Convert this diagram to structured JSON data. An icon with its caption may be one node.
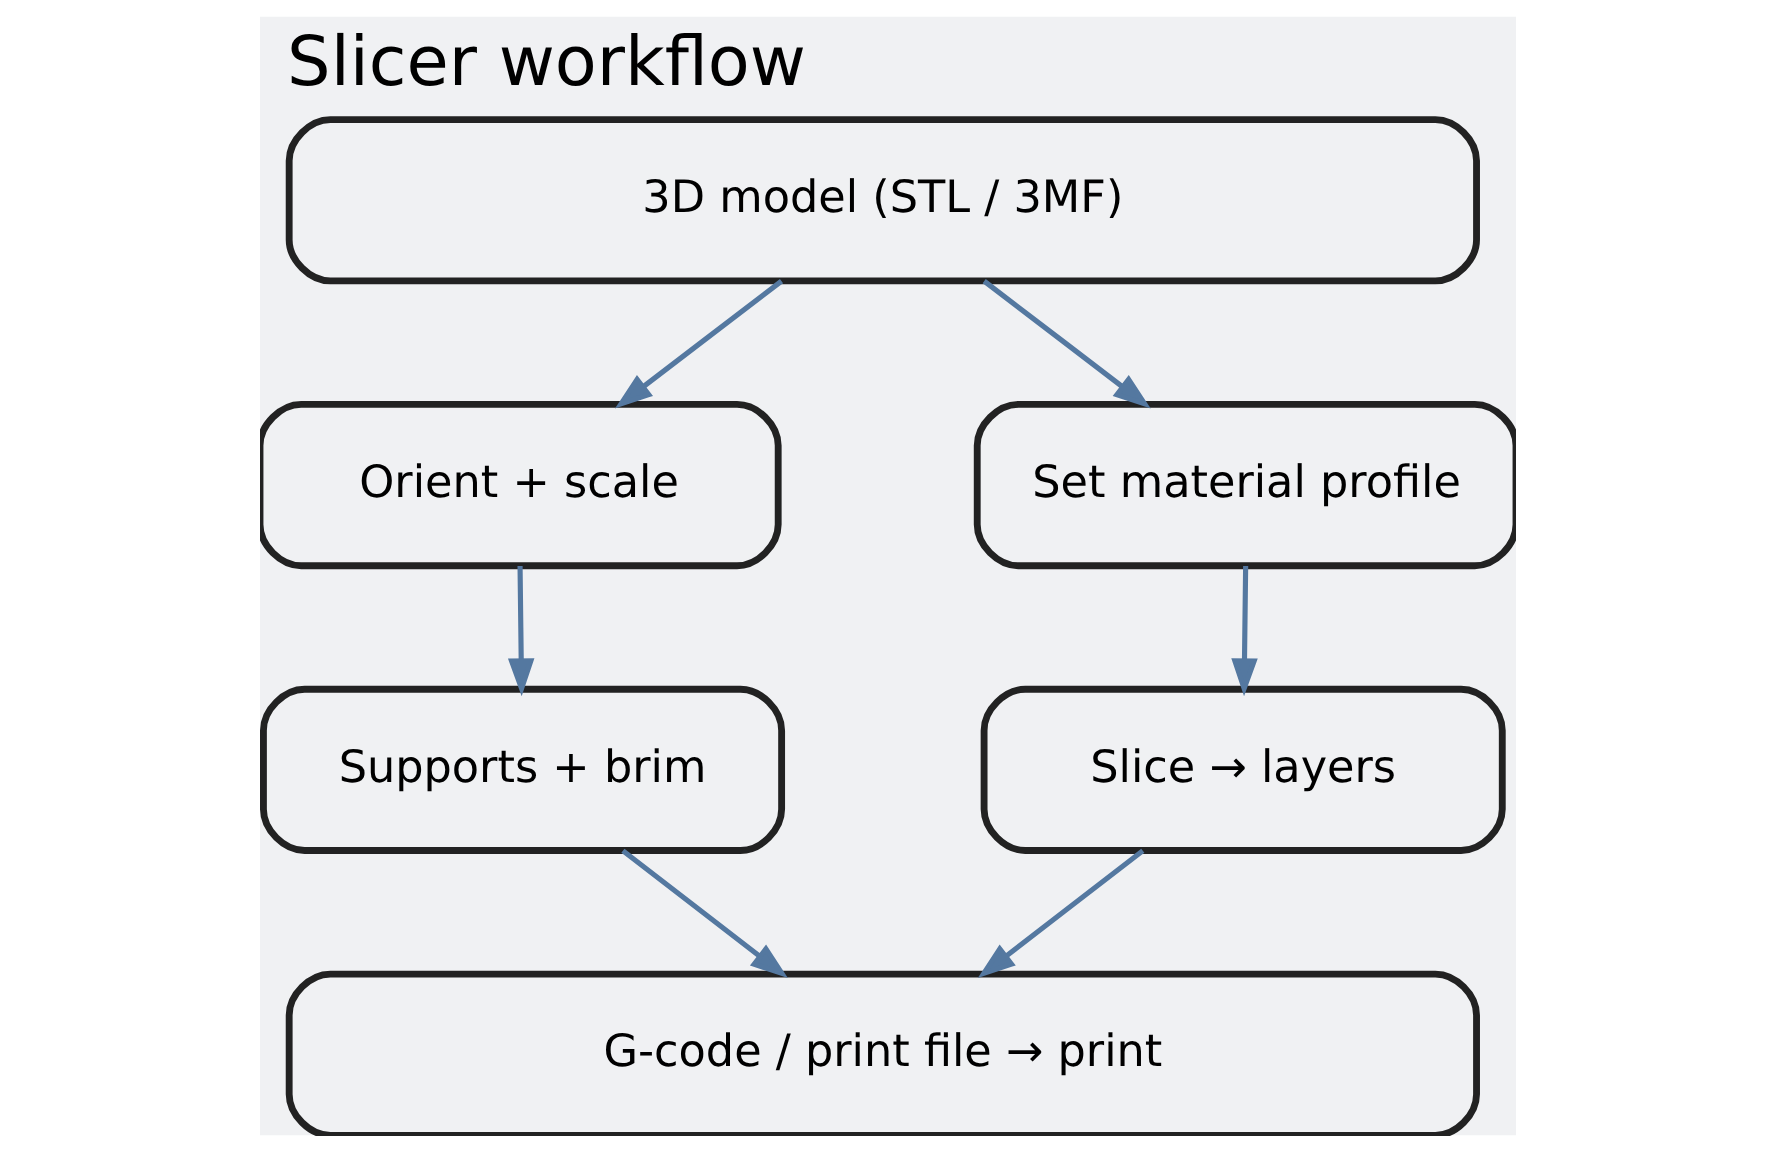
{
  "diagram": {
    "title": "Slicer workflow",
    "nodes": [
      {
        "text": [
          "3D model (STL / 3MF)"
        ]
      },
      {
        "text": [
          "Orient + scale"
        ]
      },
      {
        "text": [
          "Set material profile"
        ]
      },
      {
        "text": [
          "Supports + brim"
        ]
      },
      {
        "text": [
          "Slice → layers"
        ]
      },
      {
        "text": [
          "G-code / print file → print"
        ]
      }
    ],
    "edges": [
      {
        "from": 0,
        "to": 1,
        "arrow": "to"
      },
      {
        "from": 0,
        "to": 2,
        "arrow": "to"
      },
      {
        "from": 1,
        "to": 3,
        "arrow": "to"
      },
      {
        "from": 2,
        "to": 4,
        "arrow": "to"
      },
      {
        "from": 3,
        "to": 5,
        "arrow": "to"
      },
      {
        "from": 4,
        "to": 5,
        "arrow": "to"
      }
    ]
  }
}
